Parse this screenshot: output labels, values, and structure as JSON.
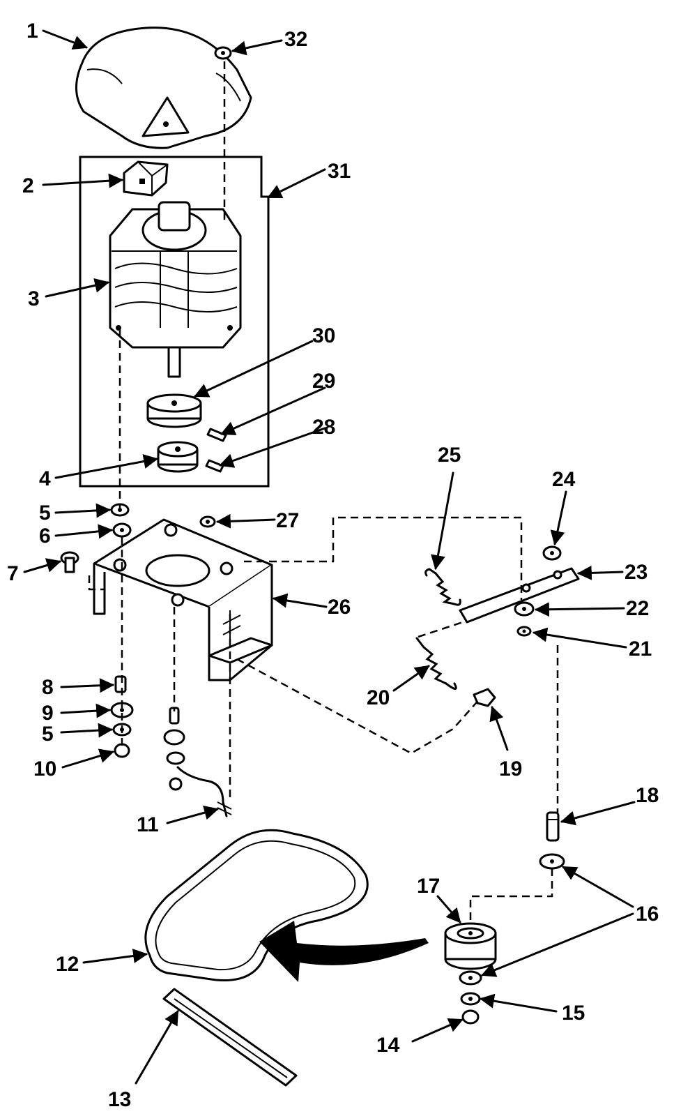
{
  "labels": {
    "p1": "1",
    "p2": "2",
    "p3": "3",
    "p4": "4",
    "p5a": "5",
    "p5b": "5",
    "p6": "6",
    "p7": "7",
    "p8": "8",
    "p9": "9",
    "p10": "10",
    "p11": "11",
    "p12": "12",
    "p13": "13",
    "p14": "14",
    "p15": "15",
    "p16": "16",
    "p17": "17",
    "p18": "18",
    "p19": "19",
    "p20": "20",
    "p21": "21",
    "p22": "22",
    "p23": "23",
    "p24": "24",
    "p25": "25",
    "p26": "26",
    "p27": "27",
    "p28": "28",
    "p29": "29",
    "p30": "30",
    "p31": "31",
    "p32": "32"
  }
}
